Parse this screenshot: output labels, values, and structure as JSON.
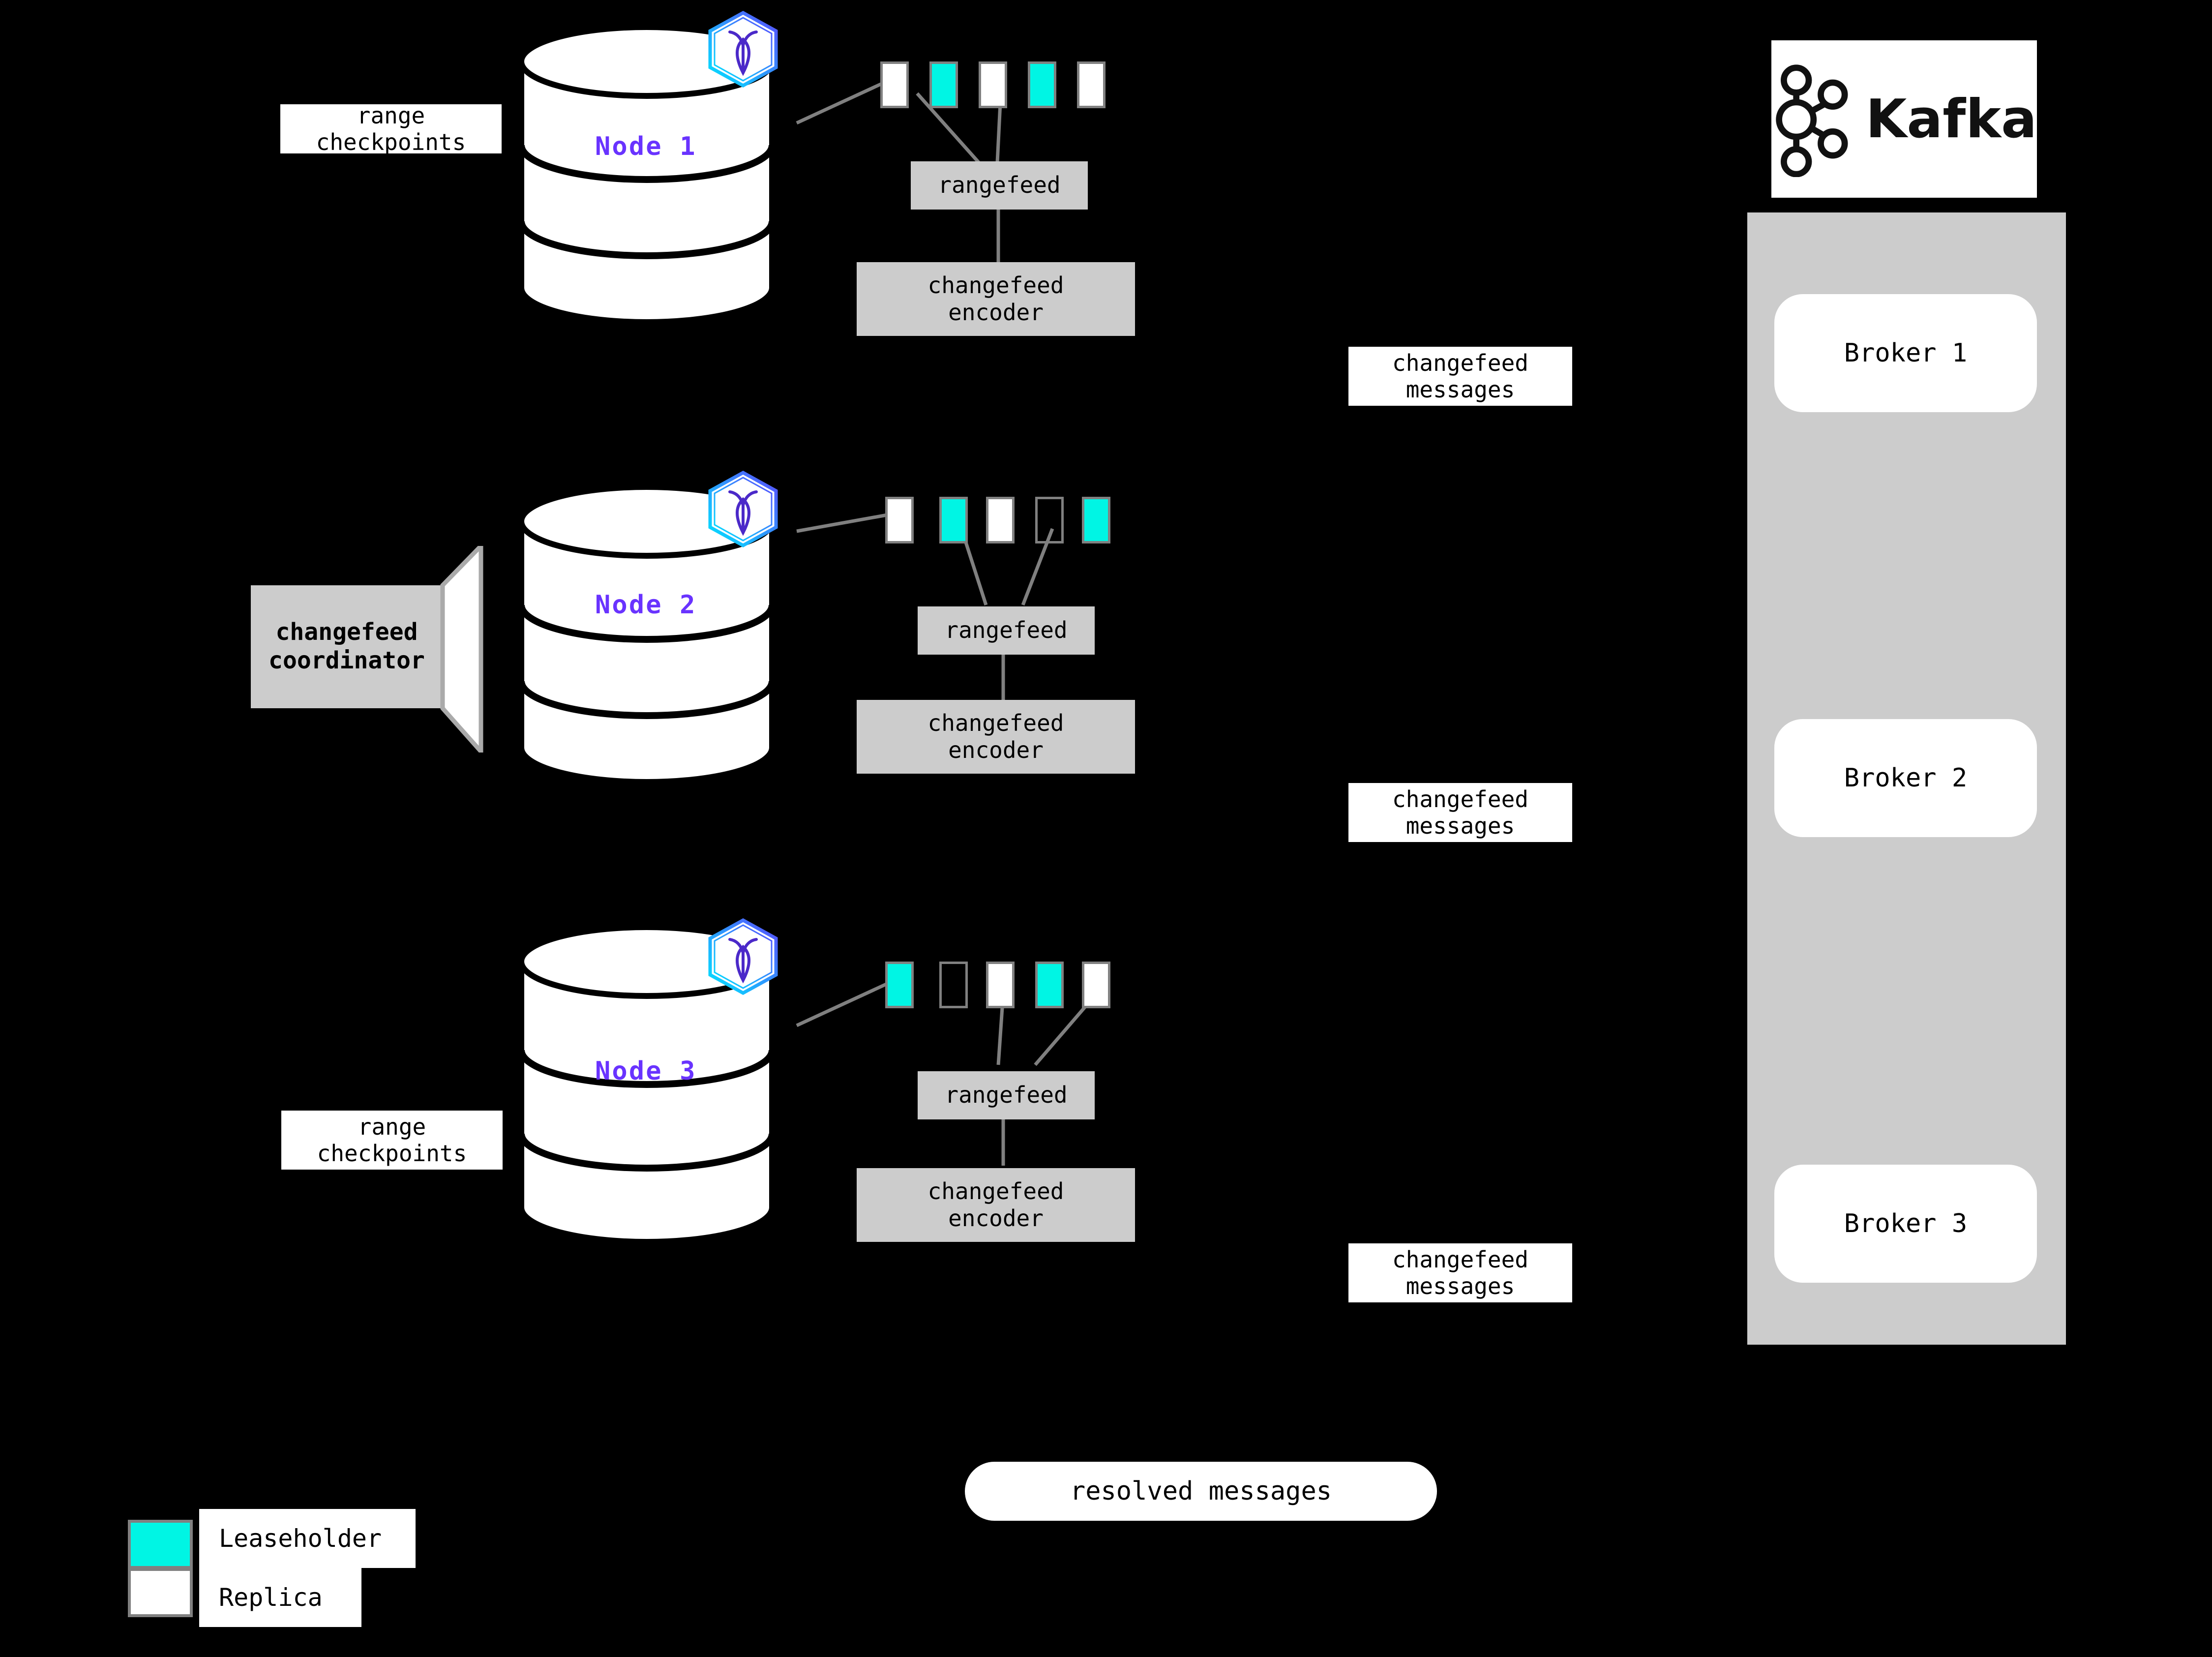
{
  "diagram": {
    "title": "CockroachDB changefeed to Kafka architecture",
    "background": "#000000",
    "colors": {
      "leaseholder": "#00F5E4",
      "replica": "#FFFFFF",
      "node_label": "#6933FF",
      "process_box": "#CCCCCC",
      "panel": "#CCCCCC",
      "cell_border": "#808080",
      "connector": "#808080"
    }
  },
  "nodes": [
    {
      "id": "node-1",
      "label": "Node 1",
      "logo_icon": "cockroachdb-hexagon-icon",
      "checkpoint_label": {
        "line1": "range",
        "line2": "checkpoints"
      },
      "ranges": [
        "replica",
        "leaseholder",
        "replica",
        "leaseholder",
        "replica"
      ],
      "rangefeed_label": "rangefeed",
      "encoder_label": {
        "line1": "changefeed",
        "line2": "encoder"
      },
      "messages_label": {
        "line1": "changefeed",
        "line2": "messages"
      }
    },
    {
      "id": "node-2",
      "label": "Node 2",
      "logo_icon": "cockroachdb-hexagon-icon",
      "coordinator_label": {
        "line1": "changefeed",
        "line2": "coordinator"
      },
      "ranges": [
        "replica",
        "leaseholder",
        "replica",
        "empty",
        "leaseholder"
      ],
      "rangefeed_label": "rangefeed",
      "encoder_label": {
        "line1": "changefeed",
        "line2": "encoder"
      },
      "messages_label": {
        "line1": "changefeed",
        "line2": "messages"
      }
    },
    {
      "id": "node-3",
      "label": "Node 3",
      "logo_icon": "cockroachdb-hexagon-icon",
      "checkpoint_label": {
        "line1": "range",
        "line2": "checkpoints"
      },
      "ranges": [
        "leaseholder",
        "empty",
        "replica",
        "leaseholder",
        "replica"
      ],
      "rangefeed_label": "rangefeed",
      "encoder_label": {
        "line1": "changefeed",
        "line2": "encoder"
      },
      "messages_label": {
        "line1": "changefeed",
        "line2": "messages"
      }
    }
  ],
  "kafka": {
    "wordmark": "Kafka",
    "logo_icon": "kafka-logo-icon",
    "brokers": [
      {
        "id": "broker-1",
        "label": "Broker 1"
      },
      {
        "id": "broker-2",
        "label": "Broker 2"
      },
      {
        "id": "broker-3",
        "label": "Broker 3"
      }
    ]
  },
  "resolved": {
    "label": "resolved messages"
  },
  "legend": {
    "items": [
      {
        "swatch": "leaseholder",
        "label": "Leaseholder"
      },
      {
        "swatch": "replica",
        "label": "Replica"
      }
    ]
  }
}
